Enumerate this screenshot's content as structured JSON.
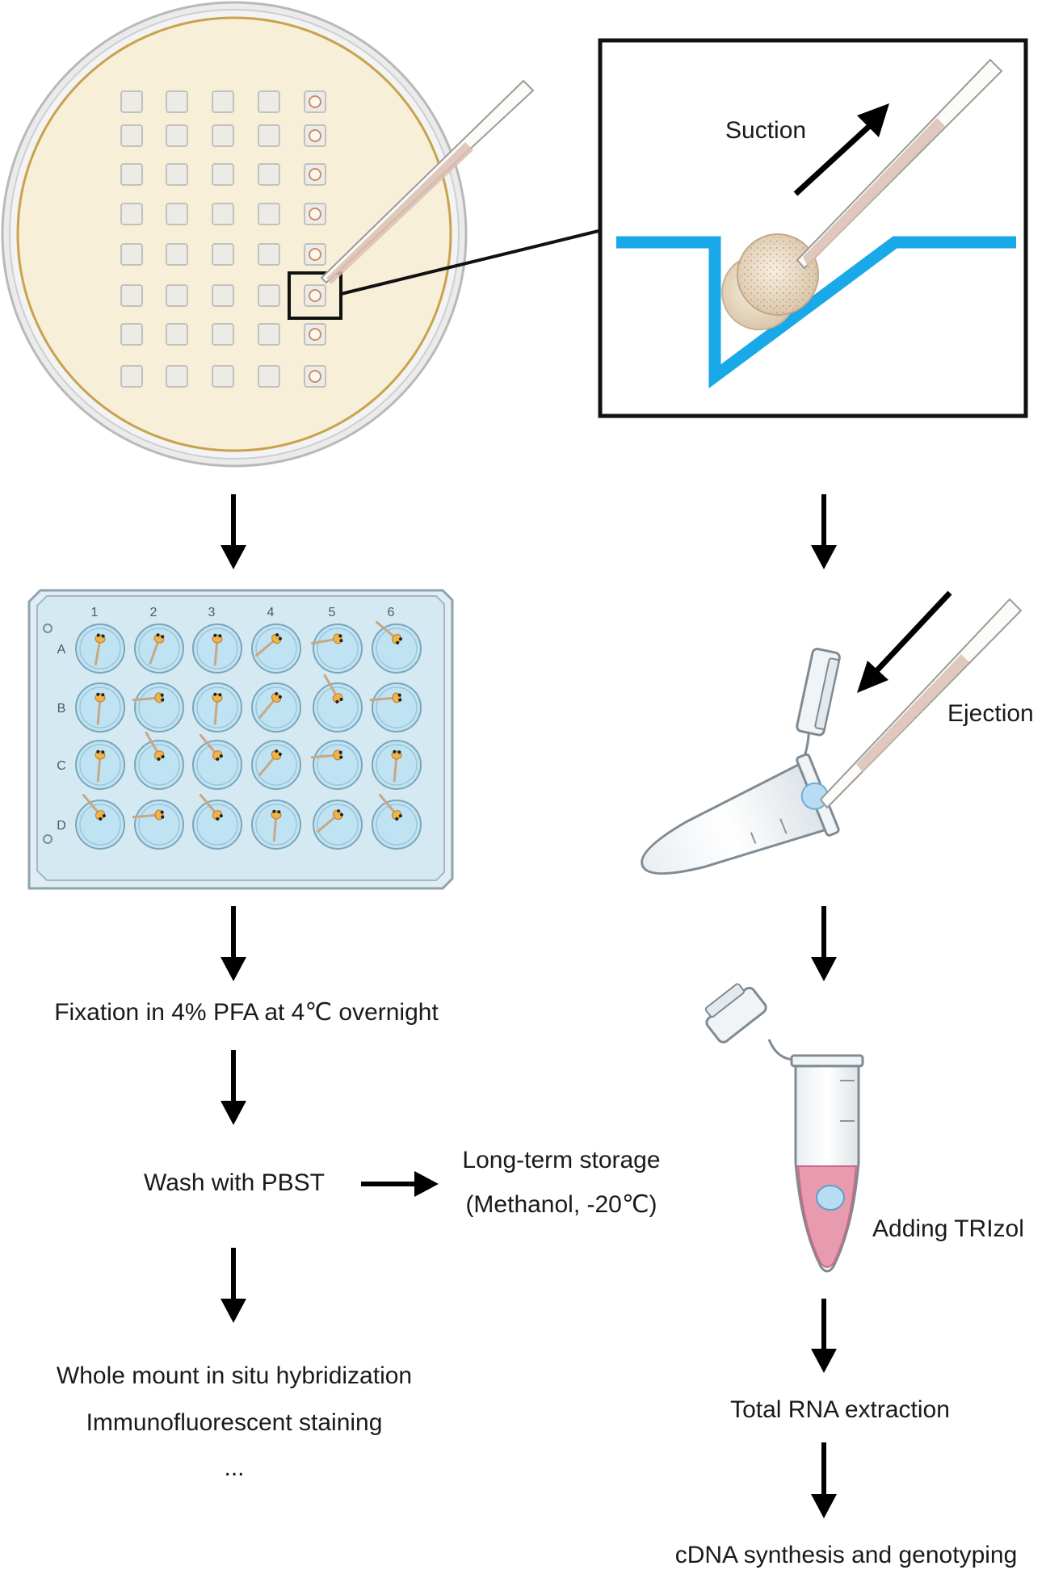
{
  "labels": {
    "suction": "Suction",
    "ejection": "Ejection",
    "adding_trizol": "Adding TRIzol",
    "fixation": "Fixation in 4% PFA at 4℃ overnight",
    "wash": "Wash with PBST",
    "storage_line1": "Long-term storage",
    "storage_line2": "(Methanol, -20℃)",
    "wish": "Whole mount in situ hybridization",
    "if_staining": "Immunofluorescent staining",
    "ellipsis": "...",
    "rna": "Total RNA extraction",
    "cdna": "cDNA synthesis and genotyping"
  },
  "plate": {
    "columns": [
      "1",
      "2",
      "3",
      "4",
      "5",
      "6"
    ],
    "rows": [
      "A",
      "B",
      "C",
      "D"
    ]
  },
  "colors": {
    "dish_fill": "#f8efd9",
    "dish_rim": "#c9a24e",
    "gel_line": "#19a8e8",
    "plate_fill": "#d5e9f2",
    "well_fill": "#bfe3f3",
    "trizol": "#e89aae",
    "arrow": "#000000"
  }
}
